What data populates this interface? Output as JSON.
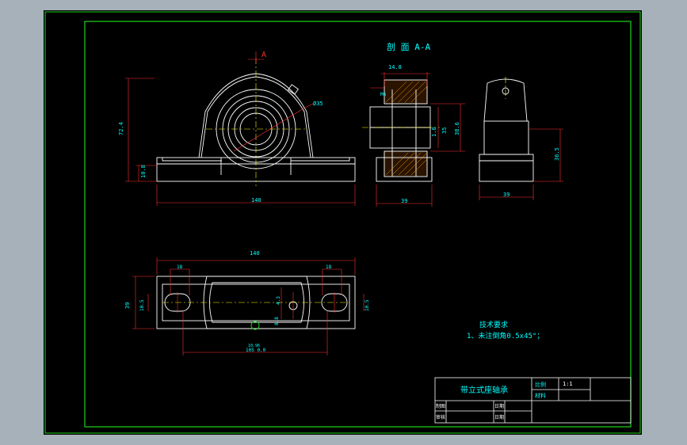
{
  "drawing": {
    "section_label": "剖 面 A-A",
    "section_marker": "A",
    "tech_requirements_title": "技术要求",
    "tech_requirement_1": "1、未注倒角0.5x45°；",
    "front_view": {
      "dim_height": "72.4",
      "dim_base_height": "10.8",
      "dim_length": "140",
      "dim_bore": "Ø35"
    },
    "section_view": {
      "dim_top": "14.8",
      "dim_width": "39",
      "dim_inner": "1.8",
      "dim_bore": "35",
      "dim_outer": "38.6",
      "dim_small": "M6"
    },
    "side_view": {
      "dim_width": "39",
      "dim_height": "36.5"
    },
    "top_view": {
      "dim_length": "140",
      "dim_slot_left": "18",
      "dim_slot_right": "18",
      "dim_depth": "39",
      "dim_slot_h_left": "10.5",
      "dim_slot_h_right": "10.5",
      "dim_center": "4.3",
      "dim_hole_height": "8.8",
      "dim_span_top": "10.96",
      "dim_span_bottom": "105 0.0"
    }
  },
  "title_block": {
    "name": "带立式座轴承",
    "scale_label": "比例",
    "scale_value": "1:1",
    "material_label": "材料",
    "drawn_label": "制图",
    "checked_label": "审核",
    "date_label_1": "日期",
    "date_label_2": "日期"
  },
  "colors": {
    "background": "#000000",
    "frame": "#1fd51f",
    "geometry": "#ffffff",
    "dimension": "#ff3030",
    "centerline": "#ffff00",
    "dim_text": "#00ffff",
    "hatch": "#ff9a00"
  }
}
